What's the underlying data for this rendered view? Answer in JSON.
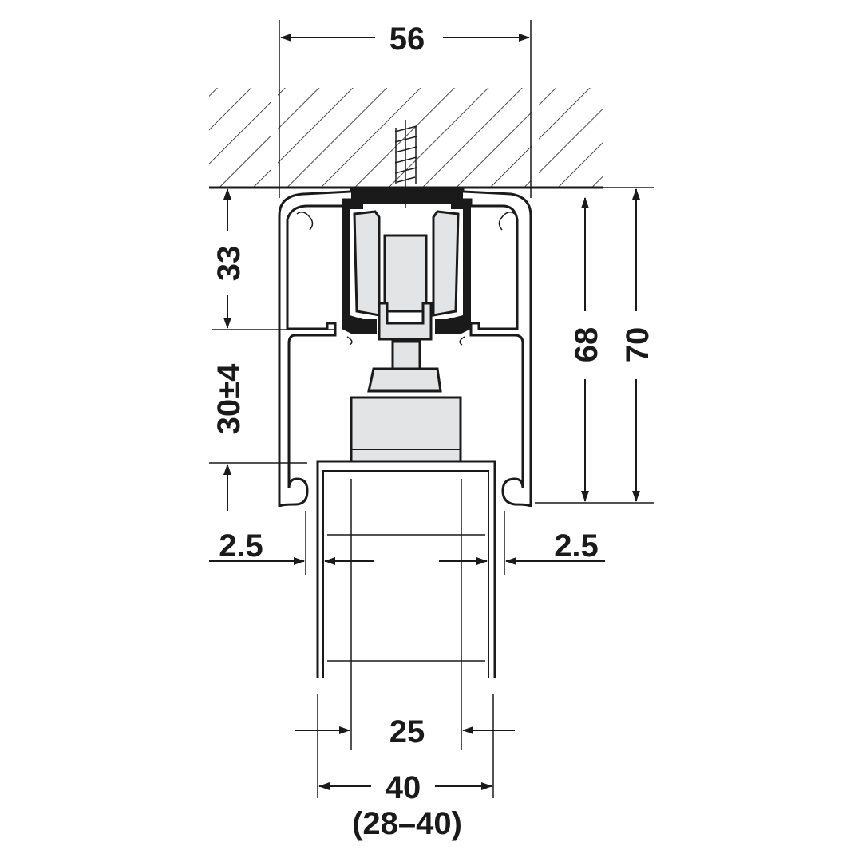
{
  "dimensions": {
    "track_width": "56",
    "upper_height": "33",
    "lower_height": "30±4",
    "inner_height": "68",
    "total_height": "70",
    "left_gap": "2.5",
    "right_gap": "2.5",
    "inner_width": "25",
    "door_thickness": "40",
    "door_thickness_range": "(28–40)"
  },
  "colors": {
    "line": "#1a1a1a",
    "part_fill": "#e3e4e6",
    "background": "#ffffff"
  }
}
